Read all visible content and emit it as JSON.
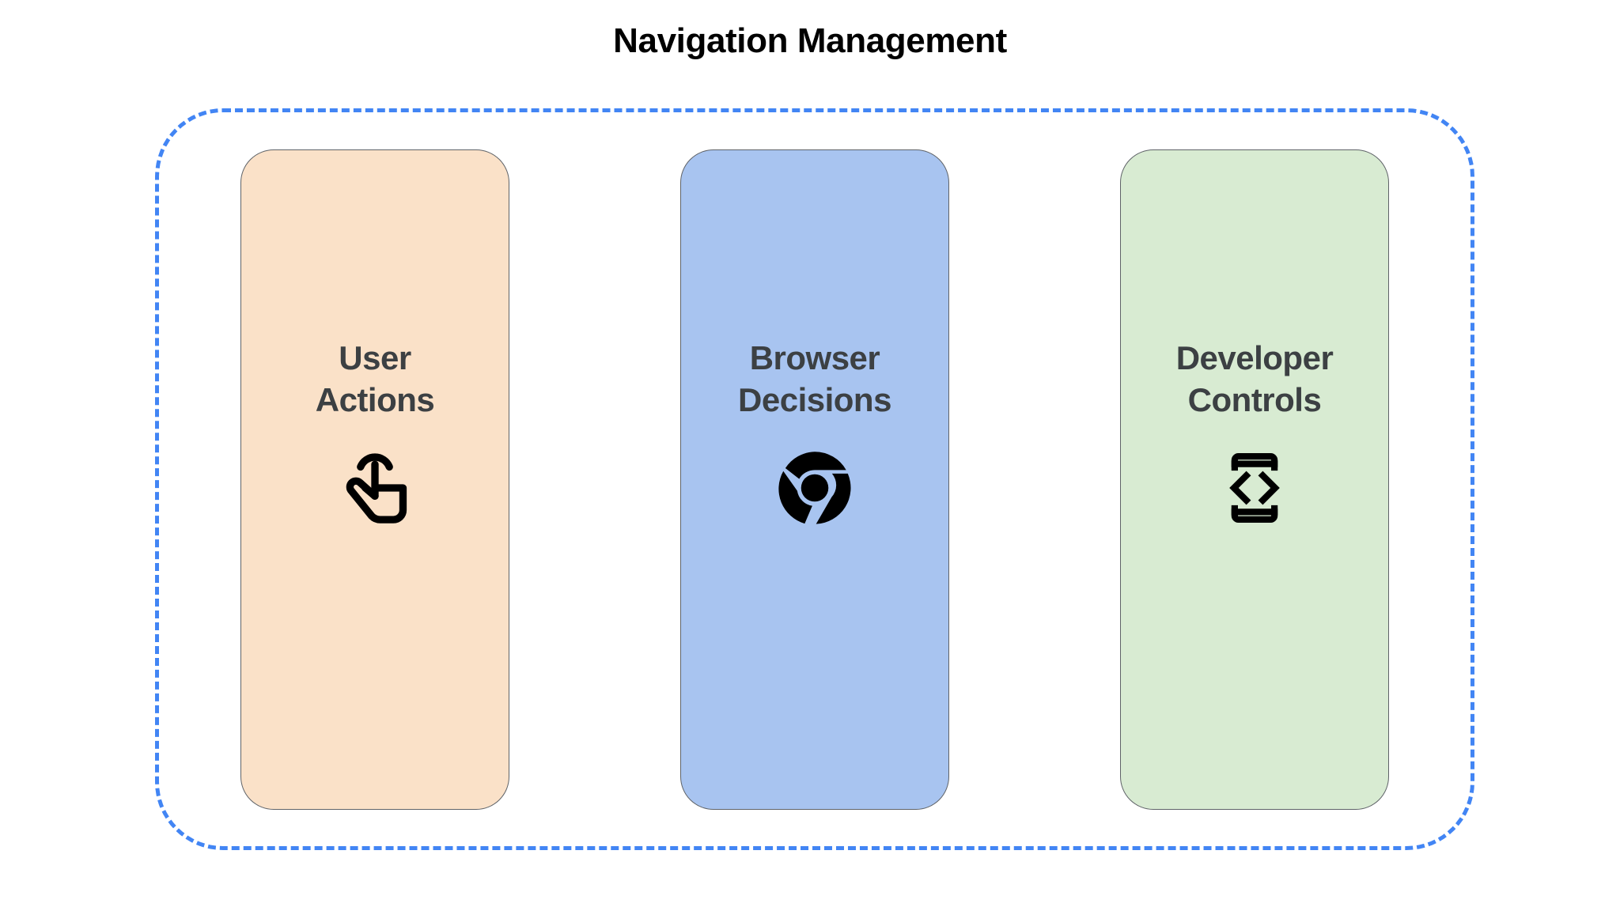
{
  "title": "Navigation Management",
  "colors": {
    "background": "#ffffff",
    "title_text": "#000000",
    "group_border": "#4285f4",
    "card_border": "#5f6368",
    "card_text": "#3c4043",
    "icon": "#000000"
  },
  "group": {
    "name": "navigation-management-group",
    "border_style": "dashed"
  },
  "cards": [
    {
      "id": "user-actions",
      "label_line1": "User",
      "label_line2": "Actions",
      "label": "User\nActions",
      "fill": "#fae1c8",
      "icon": "touch-app-icon"
    },
    {
      "id": "browser-decisions",
      "label_line1": "Browser",
      "label_line2": "Decisions",
      "label": "Browser\nDecisions",
      "fill": "#a8c4f0",
      "icon": "chrome-logo-icon"
    },
    {
      "id": "developer-controls",
      "label_line1": "Developer",
      "label_line2": "Controls",
      "label": "Developer\nControls",
      "fill": "#d8ebd2",
      "icon": "developer-mode-icon"
    }
  ]
}
